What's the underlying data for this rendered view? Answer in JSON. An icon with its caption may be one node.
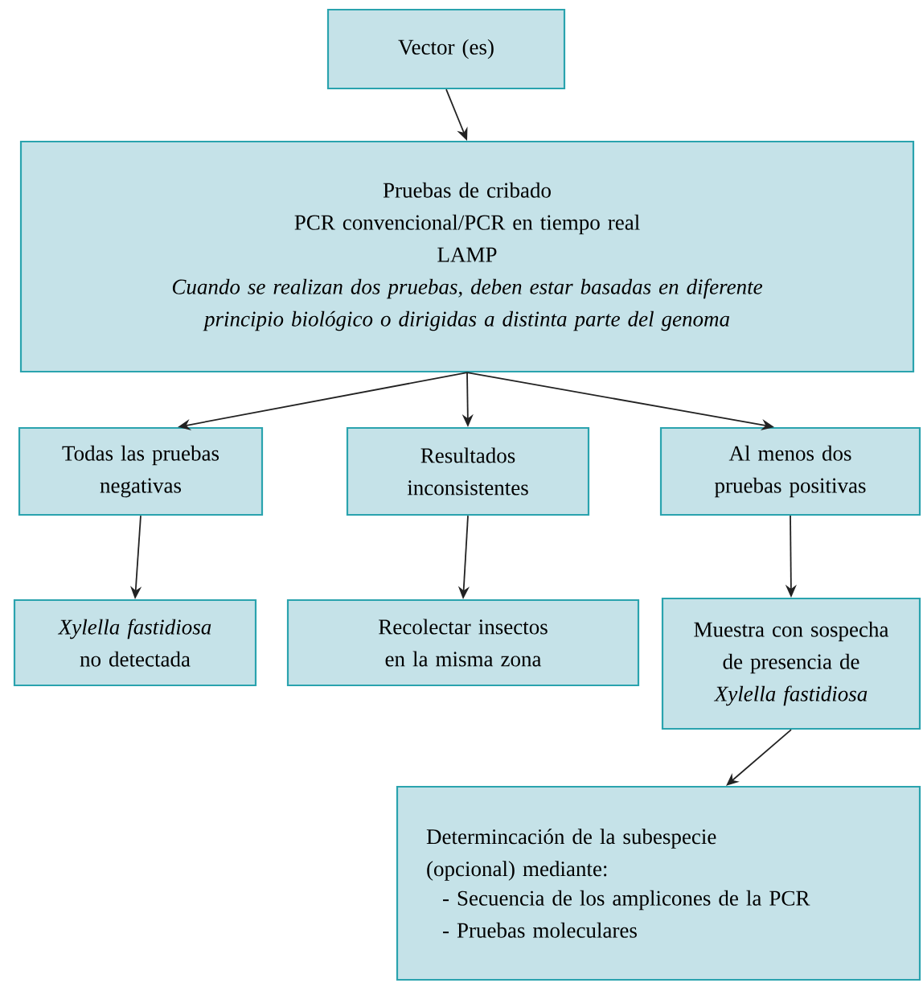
{
  "diagram": {
    "nodes": [
      {
        "text": [
          "Vector (es)"
        ]
      },
      {
        "text": [
          "Pruebas de cribado",
          "PCR convencional/PCR en tiempo real",
          "LAMP",
          "Cuando se realizan dos pruebas, deben estar basadas en diferente principio biológico o dirigidas a distinta parte del genoma"
        ]
      },
      {
        "text": [
          "Todas las pruebas negativas"
        ]
      },
      {
        "text": [
          "Resultados inconsistentes"
        ]
      },
      {
        "text": [
          "Al menos dos pruebas positivas"
        ]
      },
      {
        "text": [
          "*Xylella fastidiosa* no detectada"
        ]
      },
      {
        "text": [
          "Recolectar insectos en la misma zona"
        ]
      },
      {
        "text": [
          "Muestra con sospecha de presencia de *Xylella fastidiosa*"
        ]
      },
      {
        "text": [
          "Determincación de la subespecie (opcional) mediante:",
          "- Secuencia de los amplicones de la PCR",
          "- Pruebas moleculares"
        ]
      }
    ],
    "edges": [
      {
        "from": 0,
        "to": 1,
        "arrow": "to"
      },
      {
        "from": 1,
        "to": 2,
        "arrow": "to"
      },
      {
        "from": 1,
        "to": 3,
        "arrow": "to"
      },
      {
        "from": 1,
        "to": 4,
        "arrow": "to"
      },
      {
        "from": 2,
        "to": 5,
        "arrow": "to"
      },
      {
        "from": 3,
        "to": 6,
        "arrow": "to"
      },
      {
        "from": 4,
        "to": 7,
        "arrow": "to"
      },
      {
        "from": 7,
        "to": 8,
        "arrow": "to"
      }
    ]
  }
}
